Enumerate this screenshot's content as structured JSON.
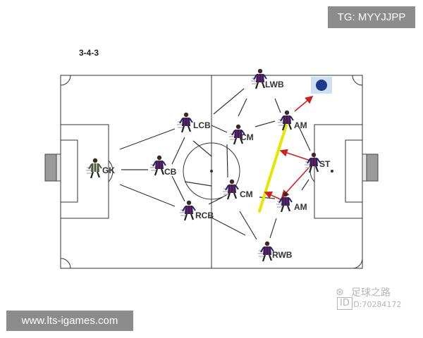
{
  "watermark_tg": "TG: MYYJJPP",
  "watermark_url": "www.lts-igames.com",
  "formation": "3-4-3",
  "wechat_watermark": {
    "name": "足球之路",
    "id": "ID:70284172"
  },
  "players": [
    {
      "id": "gk",
      "label": "GK",
      "kit": "gk"
    },
    {
      "id": "cb",
      "label": "CB",
      "kit": "team"
    },
    {
      "id": "lcb",
      "label": "LCB",
      "kit": "team"
    },
    {
      "id": "rcb",
      "label": "RCB",
      "kit": "team"
    },
    {
      "id": "lcm",
      "label": "CM",
      "kit": "team"
    },
    {
      "id": "rcm",
      "label": "CM",
      "kit": "team"
    },
    {
      "id": "lwb",
      "label": "LWB",
      "kit": "team"
    },
    {
      "id": "rwb",
      "label": "RWB",
      "kit": "team"
    },
    {
      "id": "lam",
      "label": "AM",
      "kit": "team"
    },
    {
      "id": "ram",
      "label": "AM",
      "kit": "team"
    },
    {
      "id": "st",
      "label": "ST",
      "kit": "team"
    }
  ],
  "colors": {
    "pitch_line": "#333333",
    "team_shirt": "#2b2266",
    "team_stripe": "#8a2040",
    "highlight_line": "#e6e600",
    "movement_arrow": "#cc2222",
    "target_marker": "#1e3a8a"
  }
}
